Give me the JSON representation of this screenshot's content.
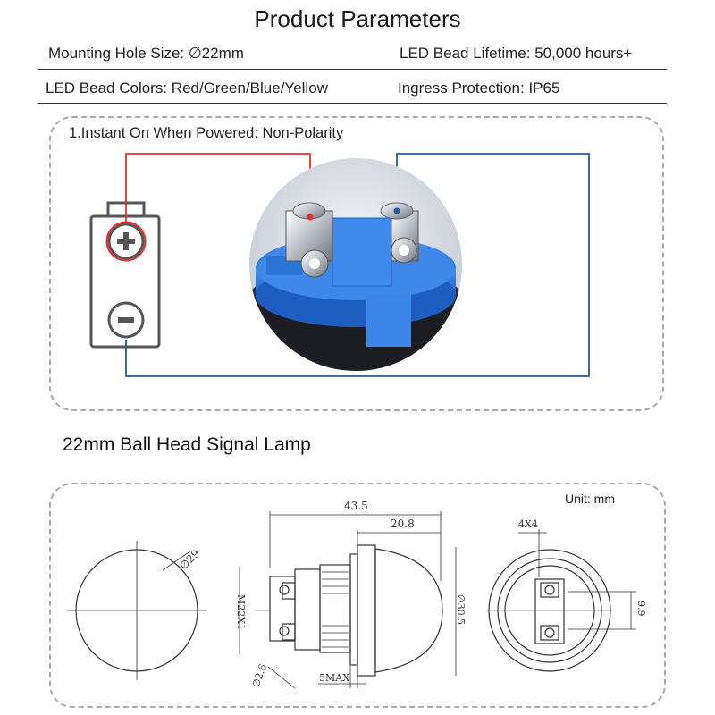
{
  "header": {
    "title": "Product Parameters"
  },
  "parameters": {
    "row1_left": "Mounting Hole Size: ∅22mm",
    "row1_right": "LED Bead Lifetime: 50,000 hours+",
    "row2_left": "LED Bead Colors: Red/Green/Blue/Yellow",
    "row2_right": "Ingress Protection: IP65"
  },
  "wiring": {
    "label": "1.Instant On When Powered: Non-Polarity",
    "positive_wire_color": "#e53030",
    "negative_wire_color": "#1d5fa3"
  },
  "drawing": {
    "title": "22mm Ball Head Signal Lamp",
    "unit": "Unit: mm",
    "dimensions": {
      "front_diameter": "∅29",
      "total_length": "43.5",
      "head_length": "20.8",
      "thread": "M22X1",
      "head_diameter": "∅30.5",
      "pin_hole": "∅2.6",
      "panel_max": "5MAX",
      "terminal_size": "4X4",
      "terminal_spacing": "9.9"
    }
  }
}
